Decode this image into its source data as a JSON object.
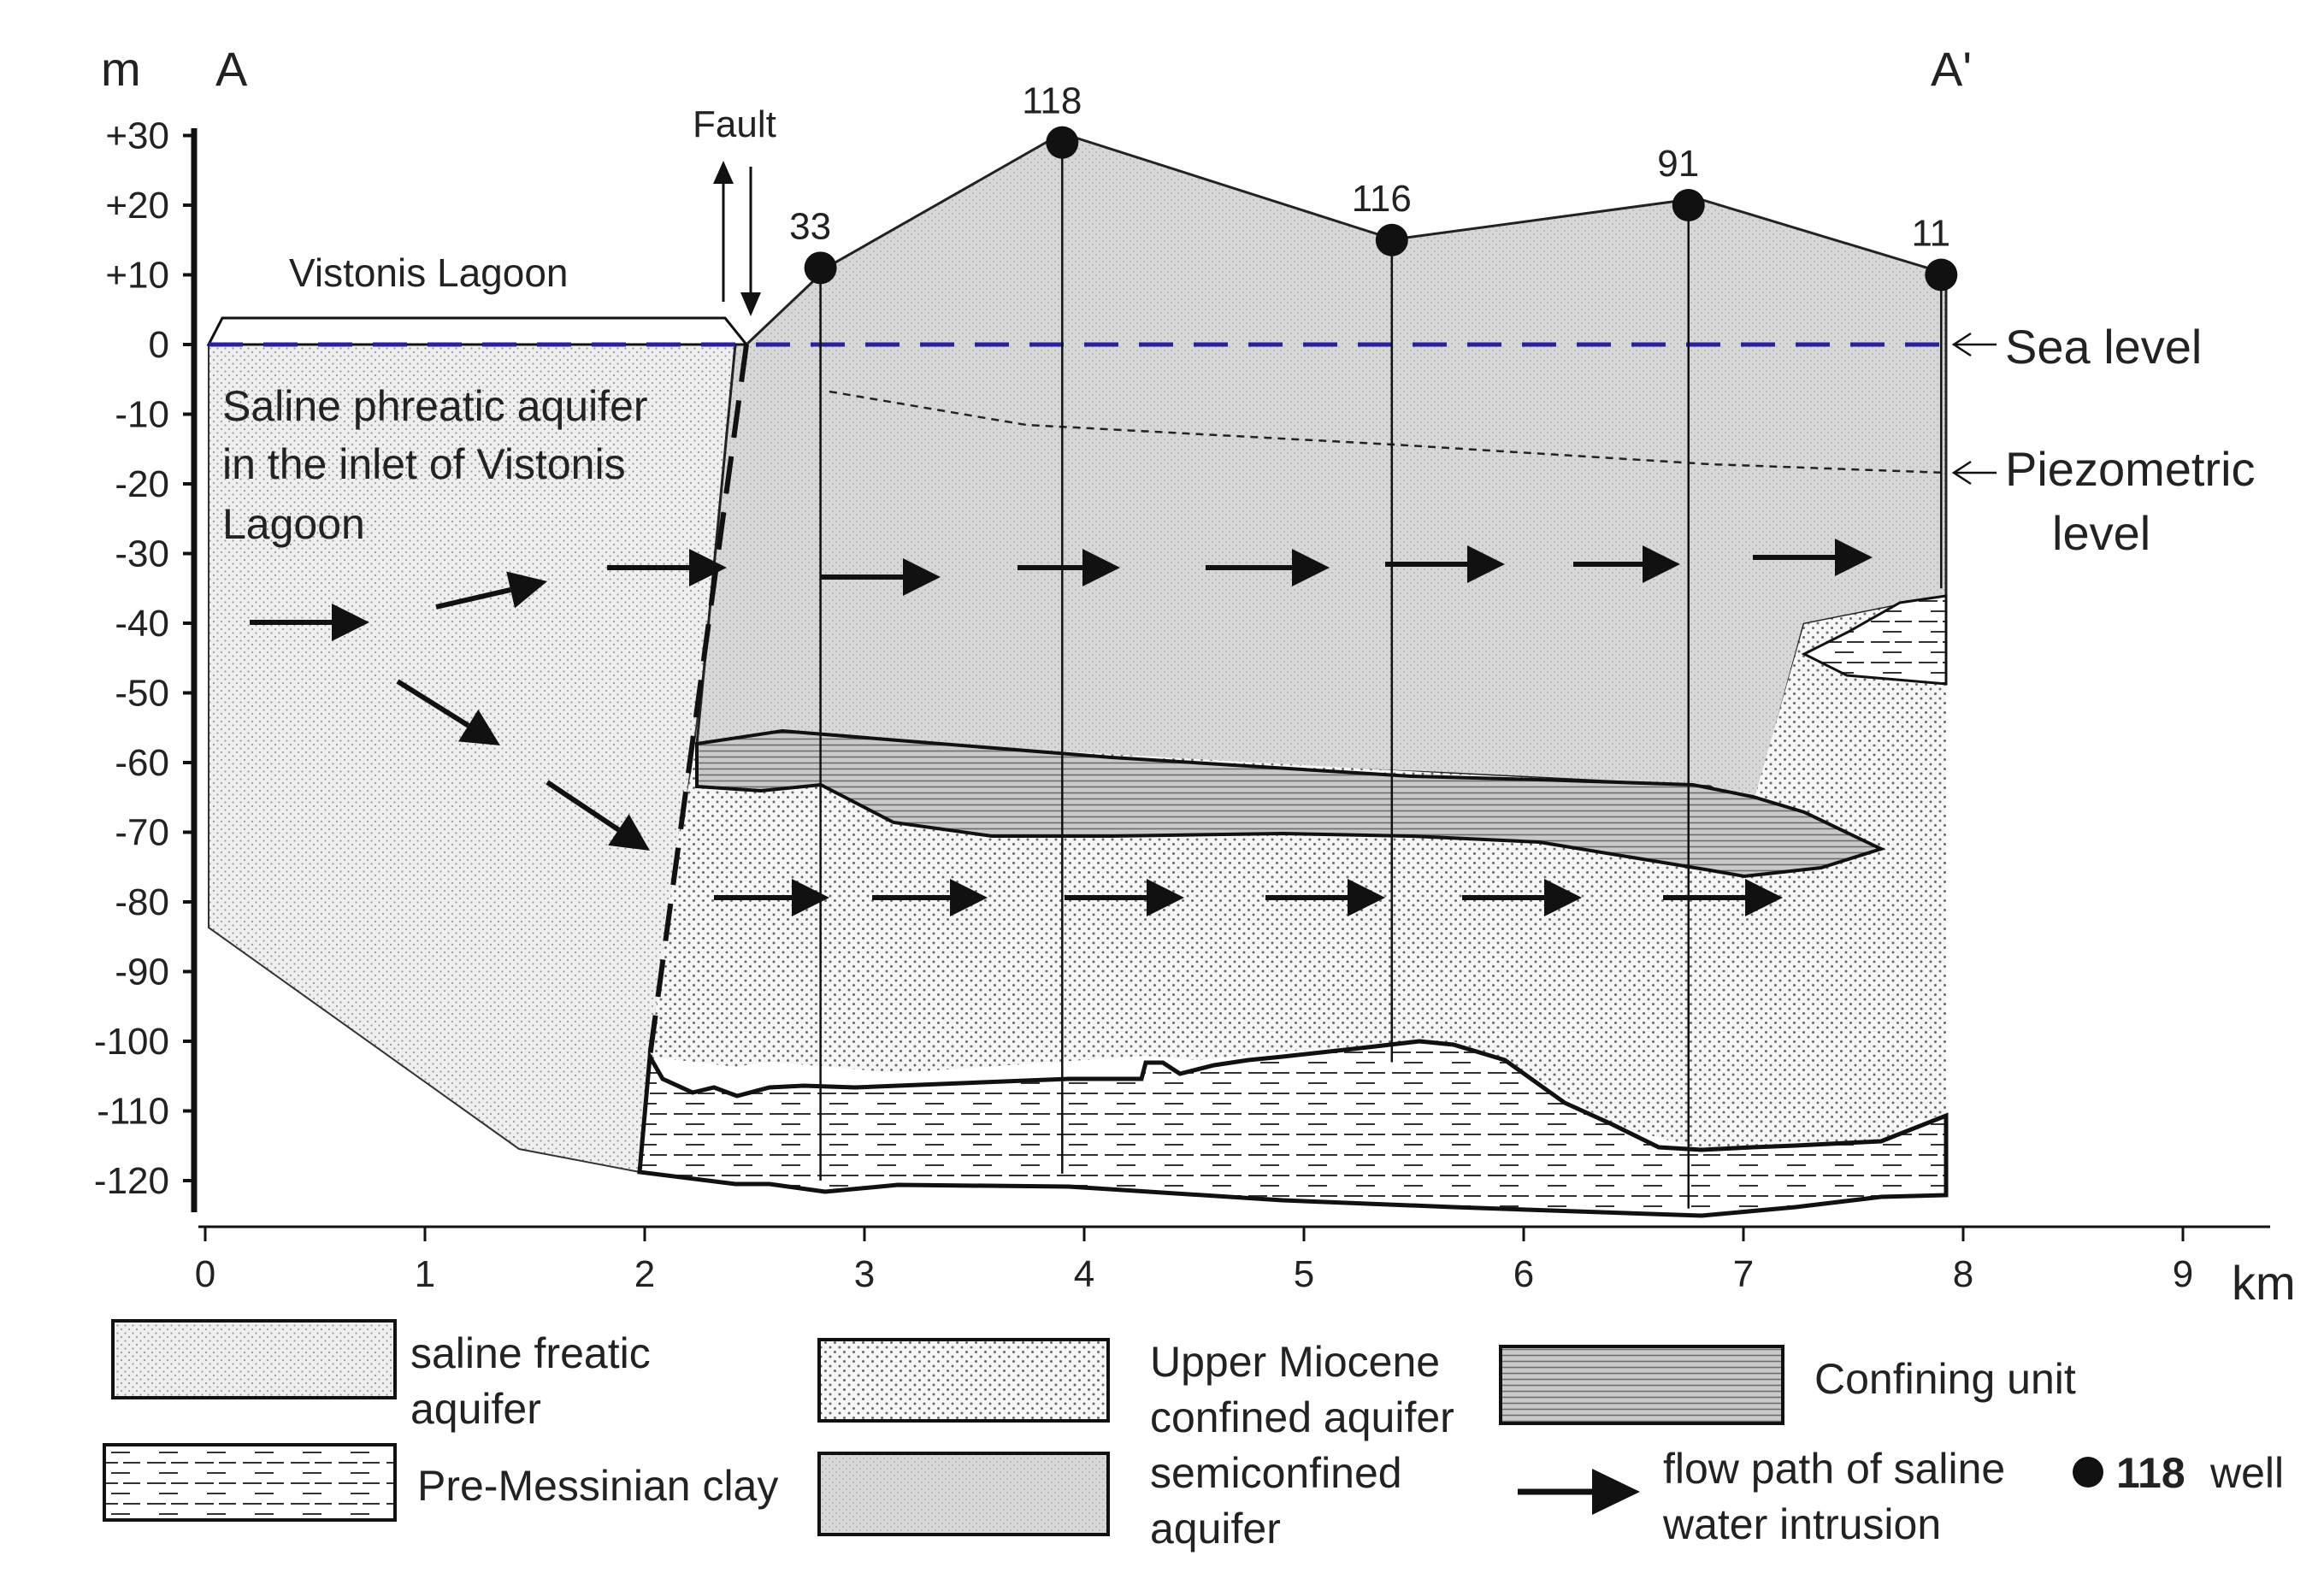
{
  "section": {
    "y_axis_unit": "m",
    "x_axis_unit": "km",
    "left_end_label": "A",
    "right_end_label": "A'",
    "y_ticks": [
      "+30",
      "+20",
      "+10",
      "0",
      "-10",
      "-20",
      "-30",
      "-40",
      "-50",
      "-60",
      "-70",
      "-80",
      "-90",
      "-100",
      "-110",
      "-120"
    ],
    "x_ticks": [
      "0",
      "1",
      "2",
      "3",
      "4",
      "5",
      "6",
      "7",
      "8",
      "9"
    ],
    "fault_label": "Fault",
    "lagoon_label": "Vistonis Lagoon",
    "sea_level_label": "Sea level",
    "piezometric_label_line1": "Piezometric",
    "piezometric_label_line2": "level",
    "phreatic_label_line1": "Saline phreatic aquifer",
    "phreatic_label_line2": "in the inlet of Vistonis",
    "phreatic_label_line3": "Lagoon",
    "wells": [
      {
        "id": "33",
        "km": 2.8,
        "top_m": 11,
        "bottom_m": -120
      },
      {
        "id": "118",
        "km": 3.9,
        "top_m": 29,
        "bottom_m": -119
      },
      {
        "id": "116",
        "km": 5.4,
        "top_m": 15,
        "bottom_m": -103
      },
      {
        "id": "91",
        "km": 6.75,
        "top_m": 20,
        "bottom_m": -124
      },
      {
        "id": "11",
        "km": 7.9,
        "top_m": 10,
        "bottom_m": -35
      }
    ]
  },
  "legend": {
    "saline_freatic_line1": "saline freatic",
    "saline_freatic_line2": "aquifer",
    "upper_miocene_line1": "Upper Miocene",
    "upper_miocene_line2": "confined aquifer",
    "confining_unit": "Confining unit",
    "pre_messinian_clay": "Pre-Messinian clay",
    "semiconfined_line1": "semiconfined",
    "semiconfined_line2": "aquifer",
    "flow_path_line1": "flow path of saline",
    "flow_path_line2": "water intrusion",
    "well_number": "118",
    "well_word": "well"
  },
  "colors": {
    "sea_level_line": "#2a1f9c",
    "semiconfined_fill": "#d7d7d7",
    "line": "#111111"
  }
}
